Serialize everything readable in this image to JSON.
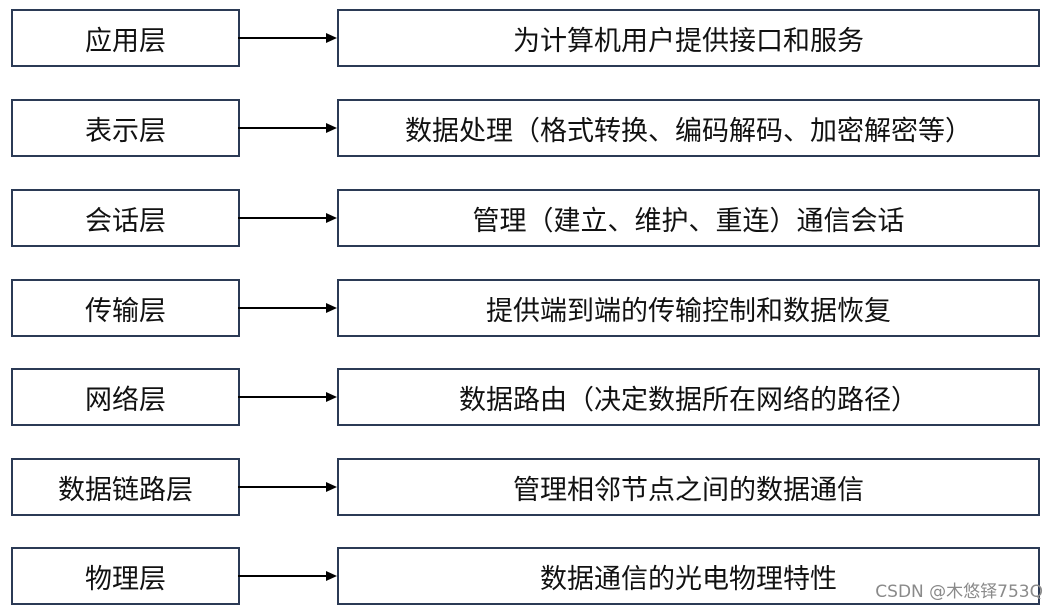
{
  "colors": {
    "box_border": "#2b3a55",
    "arrow": "#000000",
    "text": "#111111",
    "watermark": "#8a8a8a"
  },
  "layers": [
    {
      "name": "应用层",
      "description": "为计算机用户提供接口和服务"
    },
    {
      "name": "表示层",
      "description": "数据处理（格式转换、编码解码、加密解密等）"
    },
    {
      "name": "会话层",
      "description": "管理（建立、维护、重连）通信会话"
    },
    {
      "name": "传输层",
      "description": "提供端到端的传输控制和数据恢复"
    },
    {
      "name": "网络层",
      "description": "数据路由（决定数据所在网络的路径）"
    },
    {
      "name": "数据链路层",
      "description": "管理相邻节点之间的数据通信"
    },
    {
      "name": "物理层",
      "description": "数据通信的光电物理特性"
    }
  ],
  "watermark": "CSDN @木悠铎753Q"
}
